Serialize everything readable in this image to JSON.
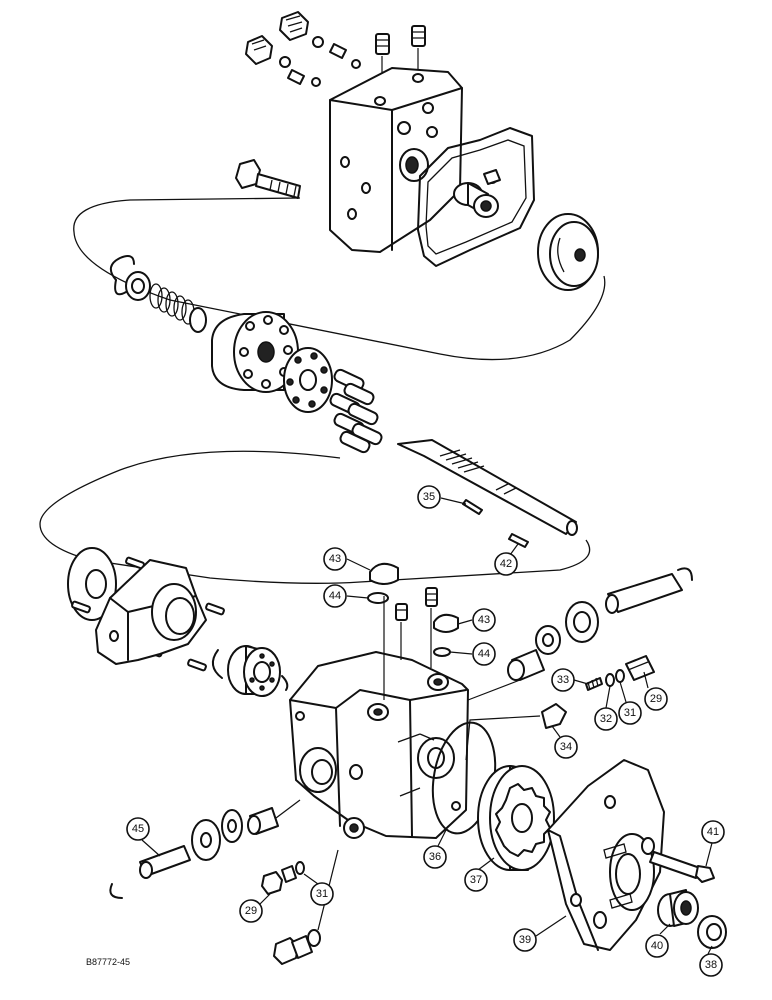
{
  "figure_reference": "B87772-45",
  "callouts": [
    "29",
    "29",
    "31",
    "31",
    "32",
    "33",
    "34",
    "35",
    "36",
    "37",
    "38",
    "39",
    "40",
    "41",
    "42",
    "43",
    "43",
    "44",
    "44",
    "45"
  ]
}
